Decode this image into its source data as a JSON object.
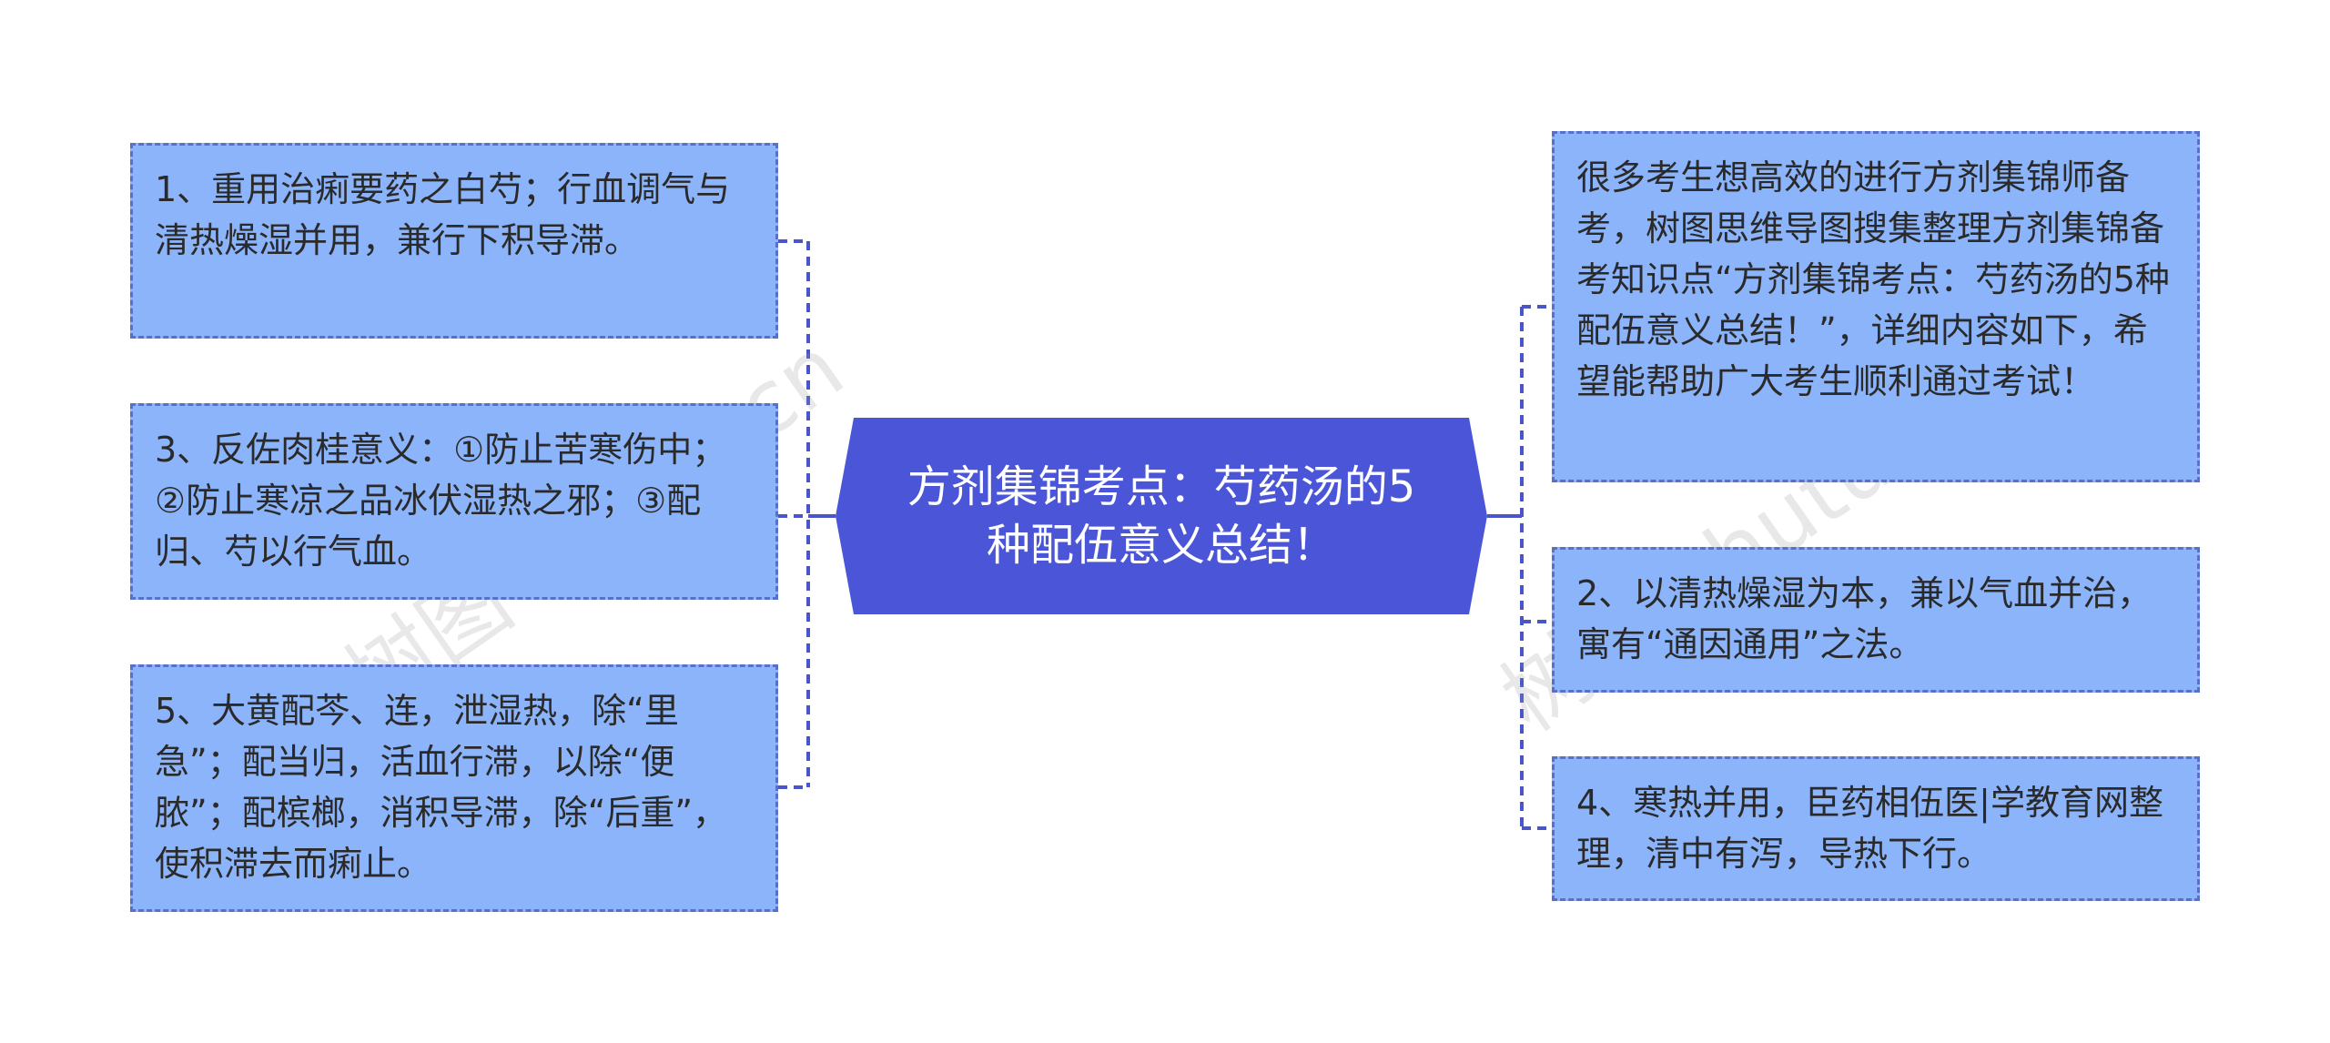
{
  "center": {
    "title": "方剂集锦考点：芍药汤的5种配伍意义总结！",
    "color": "#4a55d8"
  },
  "left_nodes": [
    {
      "text": "1、重用治痢要药之白芍；行血调气与清热燥湿并用，兼行下积导滞。"
    },
    {
      "text": "3、反佐肉桂意义：①防止苦寒伤中；②防止寒凉之品冰伏湿热之邪；③配归、芍以行气血。"
    },
    {
      "text": "5、大黄配芩、连，泄湿热，除“里急”；配当归，活血行滞，以除“便脓”；配槟榔，消积导滞，除“后重”，使积滞去而痢止。"
    }
  ],
  "right_nodes": [
    {
      "text": "很多考生想高效的进行方剂集锦师备考，树图思维导图搜集整理方剂集锦备考知识点“方剂集锦考点：芍药汤的5种配伍意义总结！”，详细内容如下，希望能帮助广大考生顺利通过考试！"
    },
    {
      "text": "2、以清热燥湿为本，兼以气血并治，寓有“通因通用”之法。"
    },
    {
      "text": "4、寒热并用，臣药相伍医|学教育网整理，清中有泻，导热下行。"
    }
  ],
  "watermarks": [
    "树图 shutu.cn",
    "树图 shutu.cn"
  ],
  "colors": {
    "node_fill": "#8cb4fb",
    "node_border": "#5a6fc8",
    "connector": "#4a55c8"
  }
}
